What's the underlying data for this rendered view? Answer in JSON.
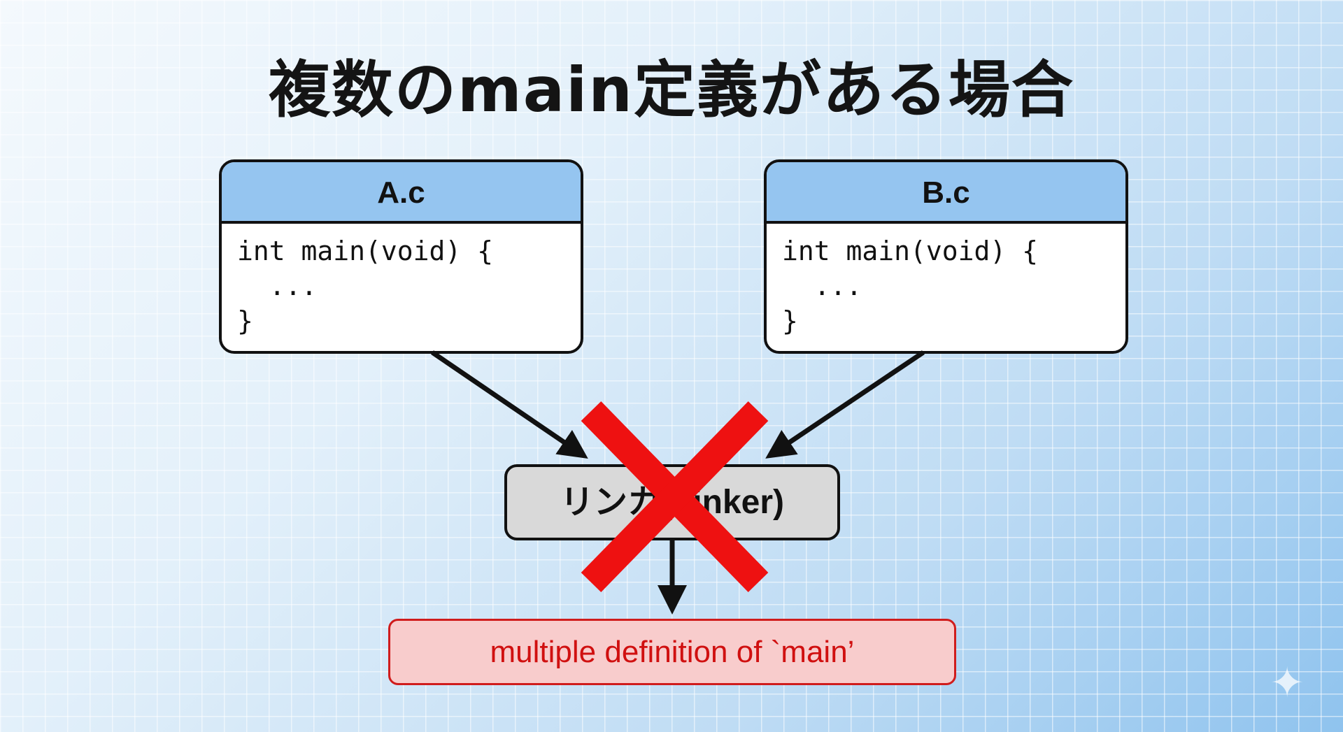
{
  "title": "複数のmain定義がある場合",
  "files": [
    {
      "name": "A.c",
      "code": "int main(void) {\n  ...\n}"
    },
    {
      "name": "B.c",
      "code": "int main(void) {\n  ...\n}"
    }
  ],
  "linker": {
    "label": "リンカ(Linker)"
  },
  "error": {
    "message": "multiple definition of `main’"
  },
  "colors": {
    "header": "#95c5f0",
    "linker": "#d9d9d9",
    "error_bg": "#f8cccc",
    "error_text": "#d01010",
    "cross": "#ee1111"
  },
  "icons": {
    "cross": "x-mark-icon",
    "corner": "sparkle-icon"
  }
}
